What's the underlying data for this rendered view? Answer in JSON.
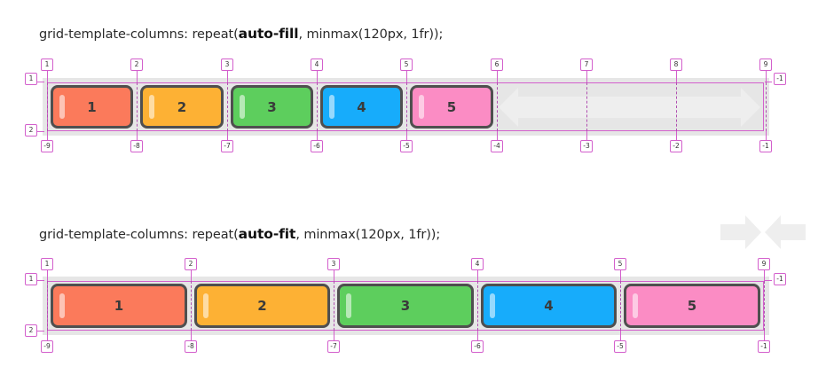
{
  "diagram1": {
    "title_prefix": "grid-template-columns: repeat(",
    "title_keyword": "auto-fill",
    "title_suffix": ", minmax(120px, 1fr));",
    "items": [
      {
        "label": "1",
        "color": "#fb7a5b"
      },
      {
        "label": "2",
        "color": "#fdb134"
      },
      {
        "label": "3",
        "color": "#5dce5d"
      },
      {
        "label": "4",
        "color": "#17acfb"
      },
      {
        "label": "5",
        "color": "#fb8cc4"
      }
    ],
    "top_lines": [
      "1",
      "2",
      "3",
      "4",
      "5",
      "6",
      "7",
      "8",
      "9"
    ],
    "bottom_lines": [
      "-9",
      "-8",
      "-7",
      "-6",
      "-5",
      "-4",
      "-3",
      "-2",
      "-1"
    ],
    "row_left_top": "1",
    "row_left_bottom": "2",
    "row_right_top": "-1"
  },
  "diagram2": {
    "title_prefix": "grid-template-columns: repeat(",
    "title_keyword": "auto-fit",
    "title_suffix": ", minmax(120px, 1fr));",
    "items": [
      {
        "label": "1",
        "color": "#fb7a5b"
      },
      {
        "label": "2",
        "color": "#fdb134"
      },
      {
        "label": "3",
        "color": "#5dce5d"
      },
      {
        "label": "4",
        "color": "#17acfb"
      },
      {
        "label": "5",
        "color": "#fb8cc4"
      }
    ],
    "top_lines": [
      "1",
      "2",
      "3",
      "4",
      "5",
      "9"
    ],
    "bottom_lines": [
      "-9",
      "-8",
      "-7",
      "-6",
      "-5",
      "-1"
    ],
    "row_left_top": "1",
    "row_left_bottom": "2",
    "row_right_top": "-1"
  },
  "colors": {
    "grid_bg": "#e6e6e6",
    "line_tag_border": "#d35fcc",
    "item_border": "#4f4f4f",
    "arrow_fill": "#eeeeee"
  },
  "icons": [
    "expand-arrow-icon",
    "collapse-arrows-icon"
  ]
}
